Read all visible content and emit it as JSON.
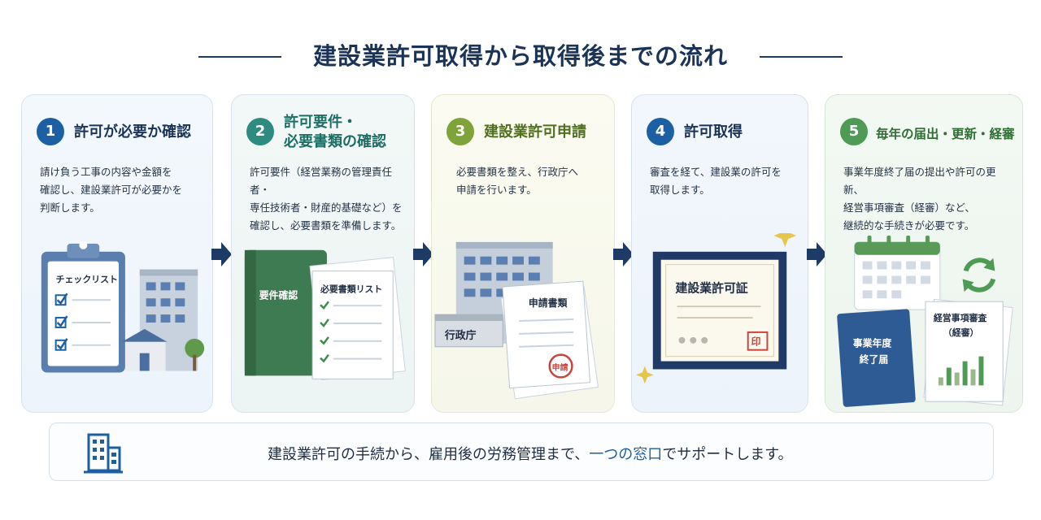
{
  "title": "建設業許可取得から取得後までの流れ",
  "steps": [
    {
      "num": "1",
      "title": "許可が必要か確認",
      "desc": "請け負う工事の内容や金額を\n確認し、建設業許可が必要かを\n判断します。",
      "color": "#1d5fa3"
    },
    {
      "num": "2",
      "title": "許可要件・\n必要書類の確認",
      "desc": "許可要件（経営業務の管理責任者・\n専任技術者・財産的基礎など）を\n確認し、必要書類を準備します。",
      "color": "#2e8b80"
    },
    {
      "num": "3",
      "title": "建設業許可申請",
      "desc": "必要書類を整え、行政庁へ\n申請を行います。",
      "color": "#7ea33a"
    },
    {
      "num": "4",
      "title": "許可取得",
      "desc": "審査を経て、建設業の許可を\n取得します。",
      "color": "#1d5fa3"
    },
    {
      "num": "5",
      "title": "毎年の届出・更新・経審",
      "desc": "事業年度終了届の提出や許可の更新、\n経営事項審査（経審）など、\n継続的な手続きが必要です。",
      "color": "#4f9a55"
    }
  ],
  "illus": {
    "checklist": "チェックリスト",
    "binder": "要件確認",
    "doc_list": "必要書類リスト",
    "office": "行政庁",
    "application": "申請書類",
    "stamp": "申請",
    "certificate": "建設業許可証",
    "cert_seal": "印",
    "report_book_l1": "事業年度",
    "report_book_l2": "終了届",
    "keishin_l1": "経営事項審査",
    "keishin_l2": "（経審）"
  },
  "footer": {
    "text_before": "建設業許可の手続から、雇用後の労務管理まで、",
    "highlight": "一つの窓口",
    "text_after": "でサポートします。"
  },
  "colors": {
    "navy": "#1c3358",
    "accent": "#1d5fa3"
  }
}
